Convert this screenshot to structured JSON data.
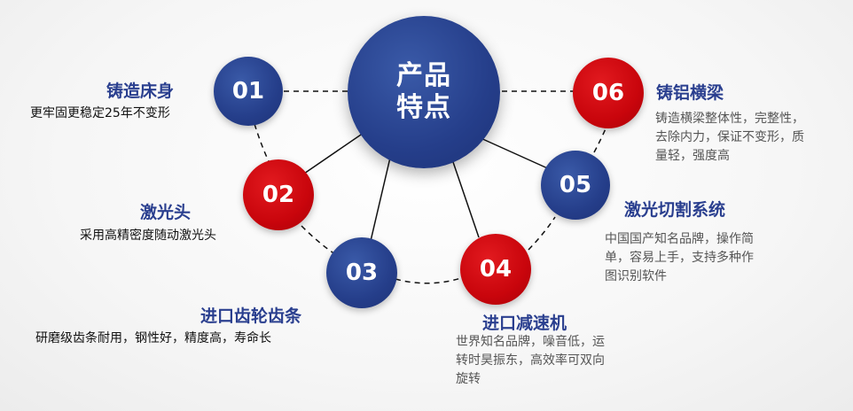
{
  "center": {
    "line1": "产品",
    "line2": "特点"
  },
  "features": [
    {
      "number": "01",
      "title": "铸造床身",
      "desc": [
        "更牢固更稳定25年不变形"
      ]
    },
    {
      "number": "02",
      "title": "激光头",
      "desc": [
        "采用高精密度随动激光头"
      ]
    },
    {
      "number": "03",
      "title": "进口齿轮齿条",
      "desc": [
        "研磨级齿条耐用，钢性好，精度高，寿命长"
      ]
    },
    {
      "number": "04",
      "title": "进口减速机",
      "desc": [
        "世界知名品牌，噪音低，运",
        "转时昊振东，高效率可双向",
        "旋转"
      ]
    },
    {
      "number": "05",
      "title": "激光切割系统",
      "desc": [
        "中国国产知名品牌，操作简",
        "单，容易上手，支持多种作",
        "图识别软件"
      ]
    },
    {
      "number": "06",
      "title": "铸铝横梁",
      "desc": [
        "铸造横梁整体性，完整性，",
        "去除内力，保证不变形，质",
        "量轻，强度高"
      ]
    }
  ],
  "colors": {
    "blue": "#253e8a",
    "red": "#c9050c",
    "title": "#2a3f8f"
  }
}
